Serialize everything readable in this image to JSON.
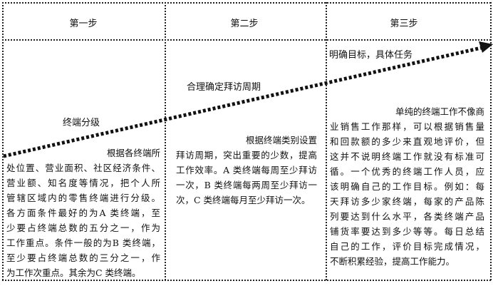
{
  "headers": [
    "第一步",
    "第二步",
    "第三步"
  ],
  "arrow_labels": [
    "终端分级",
    "合理确定拜访周期",
    "明确目标，具体任务"
  ],
  "columns": [
    {
      "lines": [
        "根据各终端所",
        "处位置、营业面积、社区经济条件、",
        "营业额、知名度等情况，把个人所",
        "管辖区域内的零售终端进行分级。",
        "各方面条件最好的为A 类终端，至",
        "少要占终端总数的五分之一，作为",
        "工作重点。条件一般的为B 类终端，",
        "至少要占终端总数的三分之一，作",
        "为工作次重点。其余为C 类终端。"
      ]
    },
    {
      "lines": [
        "根据终端类别设置",
        "拜访周期，突出重要的少数，提高",
        "工作效率。A 类终端每周至少拜访",
        "一次，B 类终端每两周至少拜访一",
        "次，C 类终端每月至少拜访一次。"
      ]
    },
    {
      "lines": [
        "单纯的终端工作不像商",
        "业销售工作那样，可以根据销售量",
        "和回款额的多少来直观地评价，但",
        "这并不说明终端工作就没有标准可",
        "循。一个优秀的终端工作人员，应",
        "该明确自己的工作目标。例如：每",
        "天拜访多少家终端，每家的产品陈",
        "列要达到什么水平，各类终端产品",
        "铺货率要达到多少等等。每日总结",
        "自己的工作，评价目标完成情况，",
        "不断积累经验，提高工作能力。"
      ]
    }
  ]
}
